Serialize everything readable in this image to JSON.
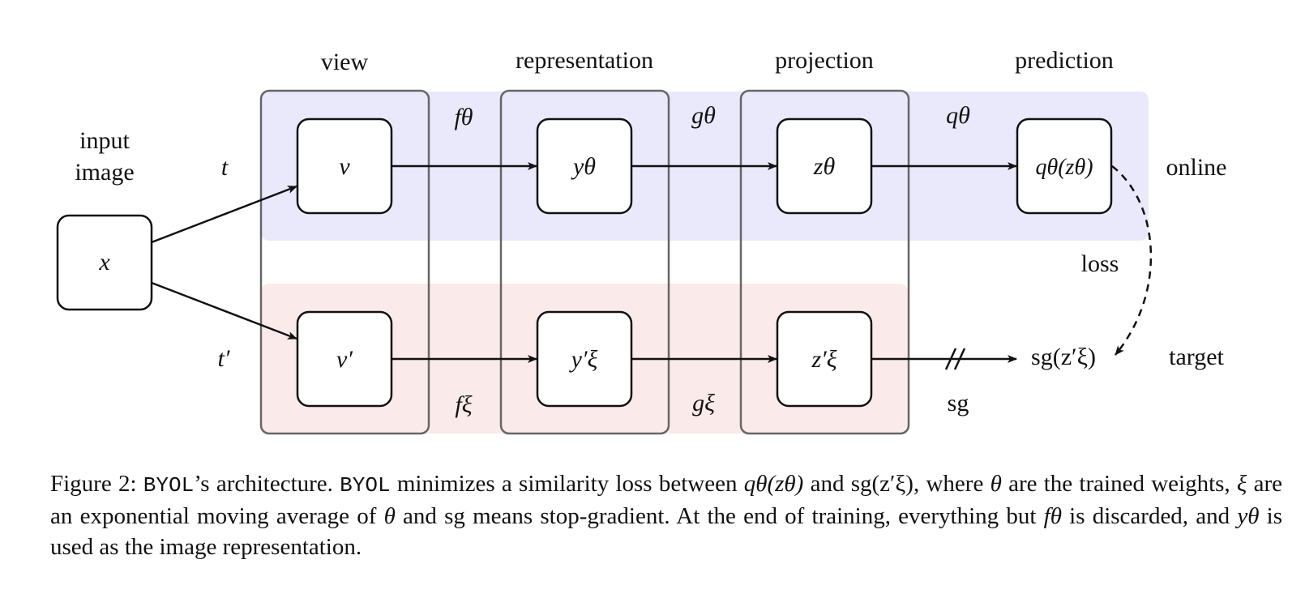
{
  "headers": {
    "view": "view",
    "representation": "representation",
    "projection": "projection",
    "prediction": "prediction"
  },
  "labels": {
    "input_image_line1": "input",
    "input_image_line2": "image",
    "online": "online",
    "target": "target",
    "loss": "loss",
    "sg_below": "sg"
  },
  "nodes": {
    "x": "x",
    "v": "v",
    "y_theta": "yθ",
    "z_theta": "zθ",
    "q_theta_z": "qθ(zθ)",
    "v_prime": "v′",
    "y_xi_prime": "y′ξ",
    "z_xi_prime": "z′ξ",
    "sg_z_xi_prime": "sg(z′ξ)"
  },
  "edges": {
    "t": "t",
    "t_prime": "t′",
    "f_theta": "fθ",
    "g_theta": "gθ",
    "q_theta": "qθ",
    "f_xi": "fξ",
    "g_xi": "gξ"
  },
  "colors": {
    "online_band": "#e9e9fb",
    "target_band": "#fbeaea",
    "column_border": "#666666",
    "node_border": "#111111"
  },
  "caption": {
    "prefix": "Figure 2: ",
    "byol1": "BYOL",
    "text1": "’s architecture. ",
    "byol2": "BYOL",
    "text2": " minimizes a similarity loss between ",
    "m_q": "qθ(zθ)",
    "text3": " and ",
    "m_sg": "sg(z′ξ)",
    "text4": ", where ",
    "m_theta": "θ",
    "text5": " are the trained weights, ",
    "m_xi": "ξ",
    "text6": " are an exponential moving average of ",
    "m_theta2": "θ",
    "text7": " and ",
    "m_sg2": "sg",
    "text8": " means stop-gradient. At the end of training, everything but ",
    "m_f": "fθ",
    "text9": " is discarded, and ",
    "m_y": "yθ",
    "text10": " is used as the image representation."
  }
}
